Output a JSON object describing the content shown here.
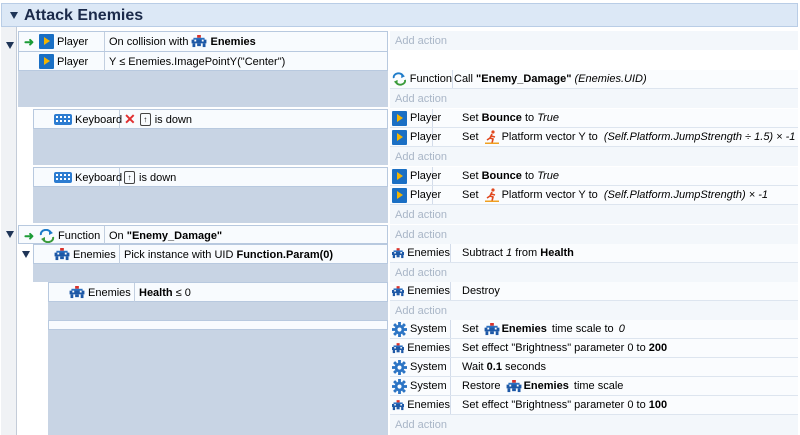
{
  "group": {
    "title": "Attack Enemies"
  },
  "add_action_label": "Add action",
  "colors": {
    "header_bg": "#dce8f6",
    "gray_block": "#c8d4e4",
    "add_action_text": "#a9b6c7"
  },
  "icons": {
    "player": "player-sprite-icon",
    "enemies": "space-invader-icon",
    "system": "gear-icon",
    "keyboard": "keyboard-icon",
    "function": "loop-arrows-icon"
  },
  "event1": {
    "conditions": [
      {
        "object": "Player",
        "text": "On collision with",
        "target": "Enemies"
      },
      {
        "object": "Player",
        "text": "Y ≤ Enemies.ImagePointY(\"Center\")"
      }
    ],
    "action": {
      "object": "Function",
      "pre": "Call ",
      "name": "\"Enemy_Damage\"",
      "param": "(Enemies.UID)"
    }
  },
  "event2": {
    "condition": {
      "object": "Keyboard",
      "text": "is down",
      "key": "↑",
      "invert": "✕"
    },
    "actions": [
      {
        "object": "Player",
        "pre": "Set ",
        "bold": "Bounce",
        "mid": " to ",
        "italic": "True"
      },
      {
        "object": "Player",
        "pre": "Set ",
        "mid": "Platform vector Y to ",
        "italic": "(Self.Platform.JumpStrength ÷ 1.5) × -1"
      }
    ]
  },
  "event3": {
    "condition": {
      "object": "Keyboard",
      "text": "is down",
      "key": "↑"
    },
    "actions": [
      {
        "object": "Player",
        "pre": "Set ",
        "bold": "Bounce",
        "mid": " to ",
        "italic": "True"
      },
      {
        "object": "Player",
        "pre": "Set ",
        "mid": "Platform vector Y to ",
        "italic": "(Self.Platform.JumpStrength) × -1"
      }
    ]
  },
  "function_event": {
    "object": "Function",
    "text": "On ",
    "name": "\"Enemy_Damage\""
  },
  "sub1": {
    "condition": {
      "object": "Enemies",
      "text": "Pick instance with UID ",
      "bold": "Function.Param(0)"
    },
    "action": {
      "object": "Enemies",
      "pre": "Subtract ",
      "italic": "1",
      "mid": " from ",
      "bold": "Health"
    }
  },
  "sub2": {
    "condition": {
      "object": "Enemies",
      "bold": "Health",
      "text": " ≤ 0"
    },
    "action": {
      "object": "Enemies",
      "text": "Destroy"
    }
  },
  "sub3": {
    "actions": [
      {
        "object": "System",
        "pre": "Set ",
        "bold": "Enemies",
        "mid": " time scale to ",
        "italic": "0"
      },
      {
        "object": "Enemies",
        "pre": "Set effect \"Brightness\" parameter 0 to ",
        "bold": "200"
      },
      {
        "object": "System",
        "pre": "Wait ",
        "bold": "0.1",
        "mid": " seconds"
      },
      {
        "object": "System",
        "pre": "Restore ",
        "bold": "Enemies",
        "mid": " time scale"
      },
      {
        "object": "Enemies",
        "pre": "Set effect \"Brightness\" parameter 0 to ",
        "bold": "100"
      }
    ]
  }
}
